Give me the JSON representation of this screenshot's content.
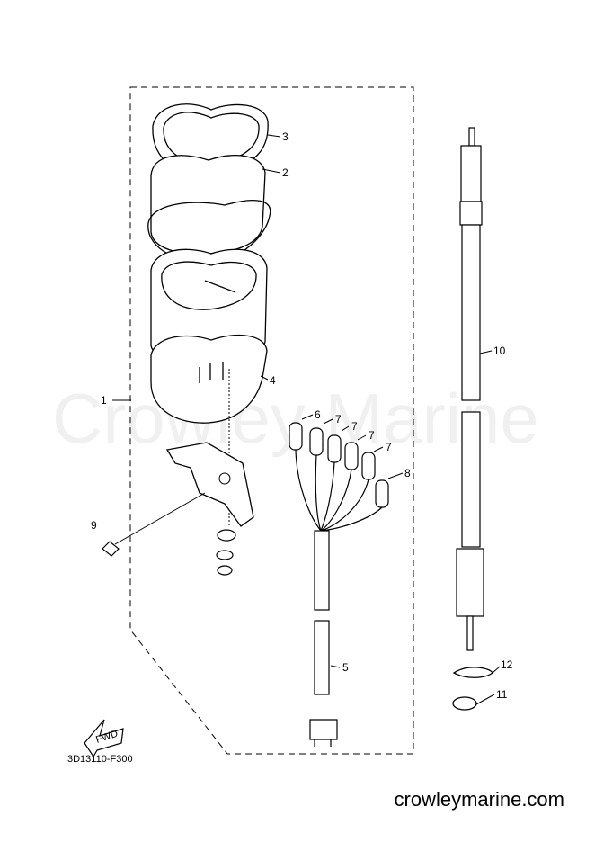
{
  "diagram": {
    "watermark": "Crowley Marine",
    "part_code": "3D13110-F300",
    "direction_mark": "FWD",
    "callouts": {
      "c1": "1",
      "c2": "2",
      "c3": "3",
      "c4": "4",
      "c5": "5",
      "c6": "6",
      "c7a": "7",
      "c7b": "7",
      "c7c": "7",
      "c7d": "7",
      "c8": "8",
      "c9": "9",
      "c10": "10",
      "c11": "11",
      "c12": "12"
    }
  },
  "footer": {
    "site": "crowleymarine.com"
  }
}
